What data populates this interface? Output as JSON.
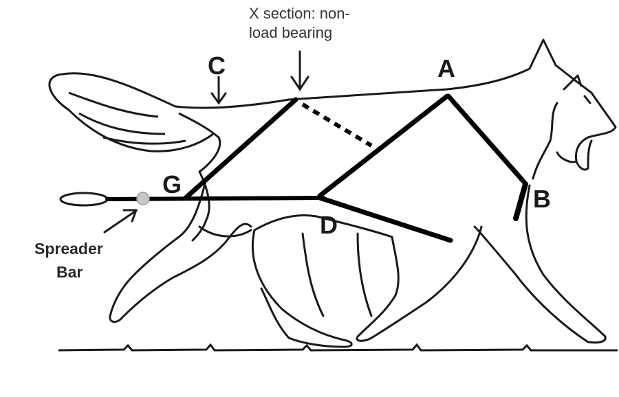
{
  "annotation_top": {
    "line1": "X section: non-",
    "line2": "load bearing"
  },
  "points": {
    "a": "A",
    "b": "B",
    "c": "C",
    "d": "D",
    "g": "G"
  },
  "spreader": {
    "line1": "Spreader",
    "line2": "Bar"
  },
  "colors": {
    "outline": "#1a1a1a",
    "harness": "#000000",
    "spreader_dot": "#c8c8c8",
    "background": "#ffffff"
  }
}
